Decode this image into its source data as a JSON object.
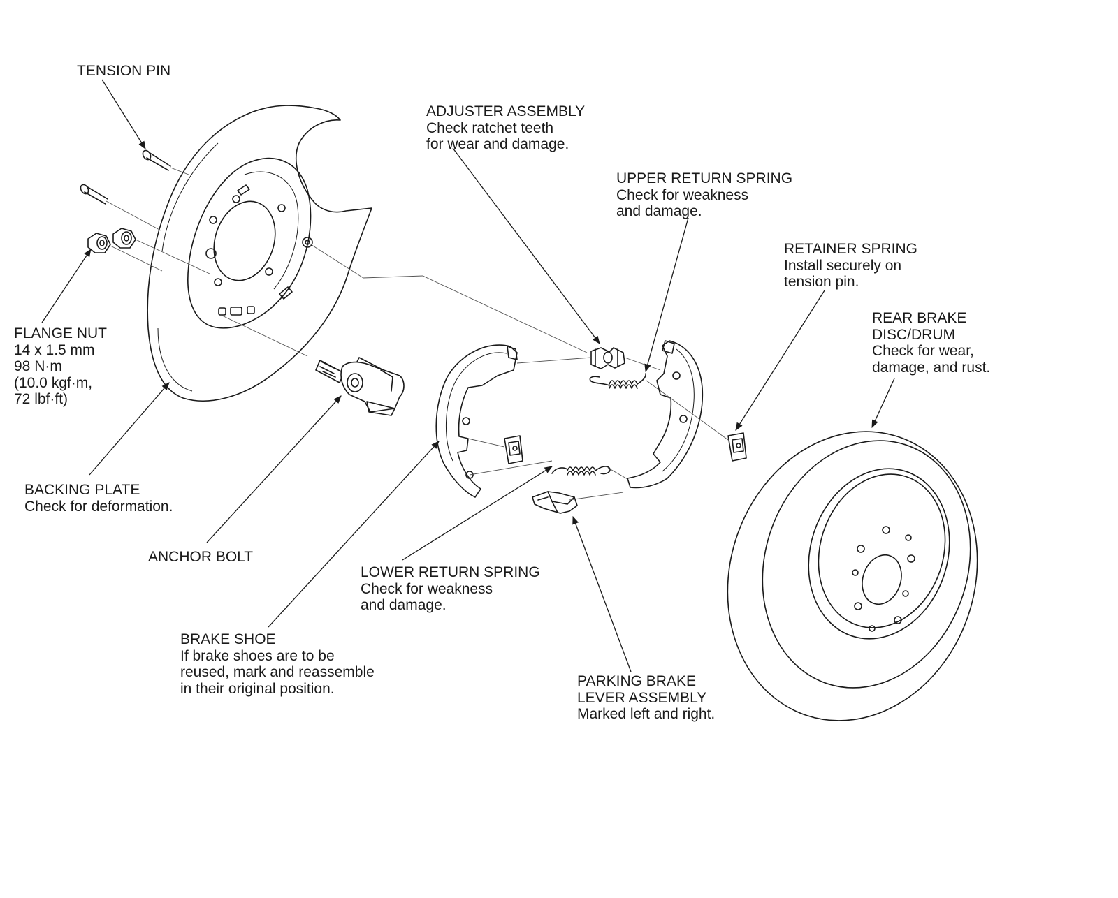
{
  "labels": {
    "tension_pin": [
      "TENSION PIN"
    ],
    "adjuster_assembly": [
      "ADJUSTER ASSEMBLY",
      "Check ratchet teeth",
      "for wear and damage."
    ],
    "upper_return_spring": [
      "UPPER RETURN SPRING",
      "Check for weakness",
      "and damage."
    ],
    "retainer_spring": [
      "RETAINER SPRING",
      "Install securely on",
      "tension pin."
    ],
    "rear_brake_disc_drum": [
      "REAR BRAKE",
      "DISC/DRUM",
      "Check for wear,",
      "damage, and rust."
    ],
    "flange_nut": [
      "FLANGE NUT",
      "14 x 1.5 mm",
      "98 N·m",
      "(10.0 kgf·m,",
      "72 lbf·ft)"
    ],
    "backing_plate": [
      "BACKING PLATE",
      "Check for deformation."
    ],
    "anchor_bolt": [
      "ANCHOR BOLT"
    ],
    "lower_return_spring": [
      "LOWER RETURN SPRING",
      "Check for weakness",
      "and damage."
    ],
    "brake_shoe": [
      "BRAKE SHOE",
      "If brake shoes are to be",
      "reused, mark and reassemble",
      "in their original position."
    ],
    "parking_brake_lever": [
      "PARKING BRAKE",
      "LEVER ASSEMBLY",
      "Marked left and right."
    ]
  },
  "colors": {
    "ink": "#1a1a1a",
    "background": "#ffffff"
  }
}
